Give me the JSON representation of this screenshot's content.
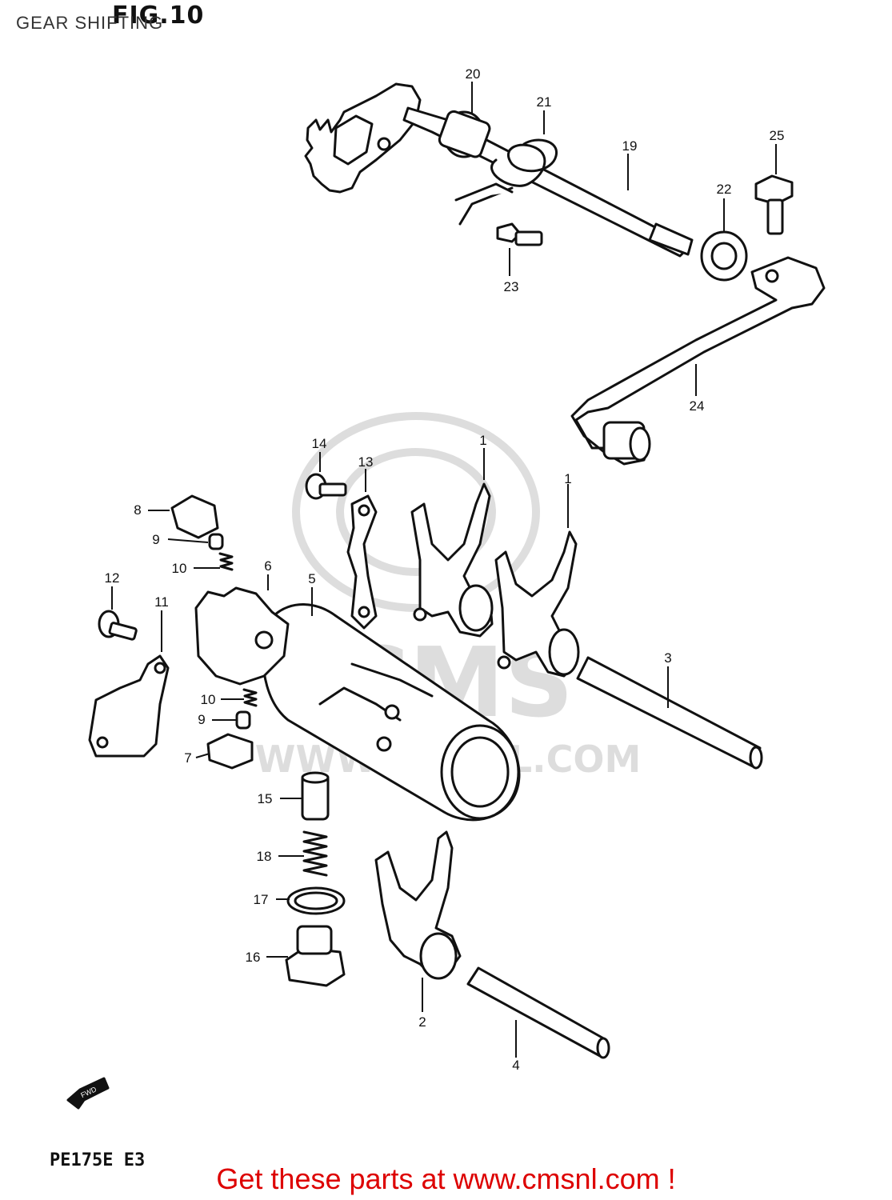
{
  "header": {
    "title": "GEAR SHIFTING"
  },
  "figure": {
    "label": "FIG.10",
    "model_code": "PE175E E3"
  },
  "watermark": {
    "brand": "CMS",
    "site": "WWW.CMSNL.COM"
  },
  "callouts": [
    {
      "id": "callout-20",
      "label": "20"
    },
    {
      "id": "callout-21",
      "label": "21"
    },
    {
      "id": "callout-19",
      "label": "19"
    },
    {
      "id": "callout-25",
      "label": "25"
    },
    {
      "id": "callout-22",
      "label": "22"
    },
    {
      "id": "callout-23",
      "label": "23"
    },
    {
      "id": "callout-24",
      "label": "24"
    },
    {
      "id": "callout-14",
      "label": "14"
    },
    {
      "id": "callout-13",
      "label": "13"
    },
    {
      "id": "callout-1a",
      "label": "1"
    },
    {
      "id": "callout-1b",
      "label": "1"
    },
    {
      "id": "callout-8",
      "label": "8"
    },
    {
      "id": "callout-9a",
      "label": "9"
    },
    {
      "id": "callout-10a",
      "label": "10"
    },
    {
      "id": "callout-6",
      "label": "6"
    },
    {
      "id": "callout-5",
      "label": "5"
    },
    {
      "id": "callout-12",
      "label": "12"
    },
    {
      "id": "callout-11",
      "label": "11"
    },
    {
      "id": "callout-3",
      "label": "3"
    },
    {
      "id": "callout-10b",
      "label": "10"
    },
    {
      "id": "callout-9b",
      "label": "9"
    },
    {
      "id": "callout-7",
      "label": "7"
    },
    {
      "id": "callout-15",
      "label": "15"
    },
    {
      "id": "callout-18",
      "label": "18"
    },
    {
      "id": "callout-17",
      "label": "17"
    },
    {
      "id": "callout-16",
      "label": "16"
    },
    {
      "id": "callout-2",
      "label": "2"
    },
    {
      "id": "callout-4",
      "label": "4"
    }
  ],
  "fwd_arrow": {
    "label": "FWD"
  },
  "cta": {
    "text": "Get these parts at www.cmsnl.com !"
  }
}
